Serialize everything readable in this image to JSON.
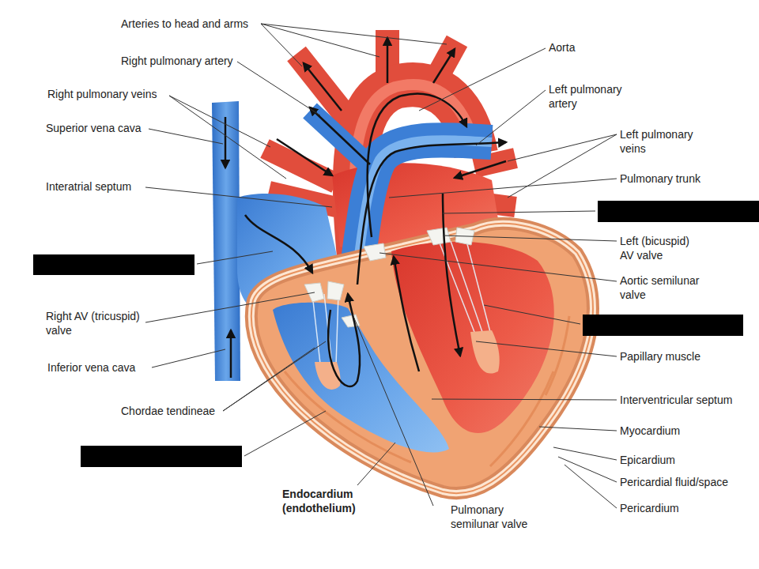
{
  "diagram": {
    "labels": [
      "Arteries to head and arms",
      "Right pulmonary artery",
      "Right pulmonary veins",
      "Superior vena cava",
      "Interatrial septum",
      "Right AV (tricuspid) valve",
      "Inferior vena cava",
      "Chordae tendineae",
      "Endocardium (endothelium)",
      "Pulmonary semilunar valve",
      "Aorta",
      "Left pulmonary artery",
      "Left pulmonary veins",
      "Pulmonary trunk",
      "Left (bicuspid) AV valve",
      "Aortic semilunar valve",
      "Papillary muscle",
      "Interventricular septum",
      "Myocardium",
      "Epicardium",
      "Pericardial fluid/space",
      "Pericardium"
    ]
  }
}
